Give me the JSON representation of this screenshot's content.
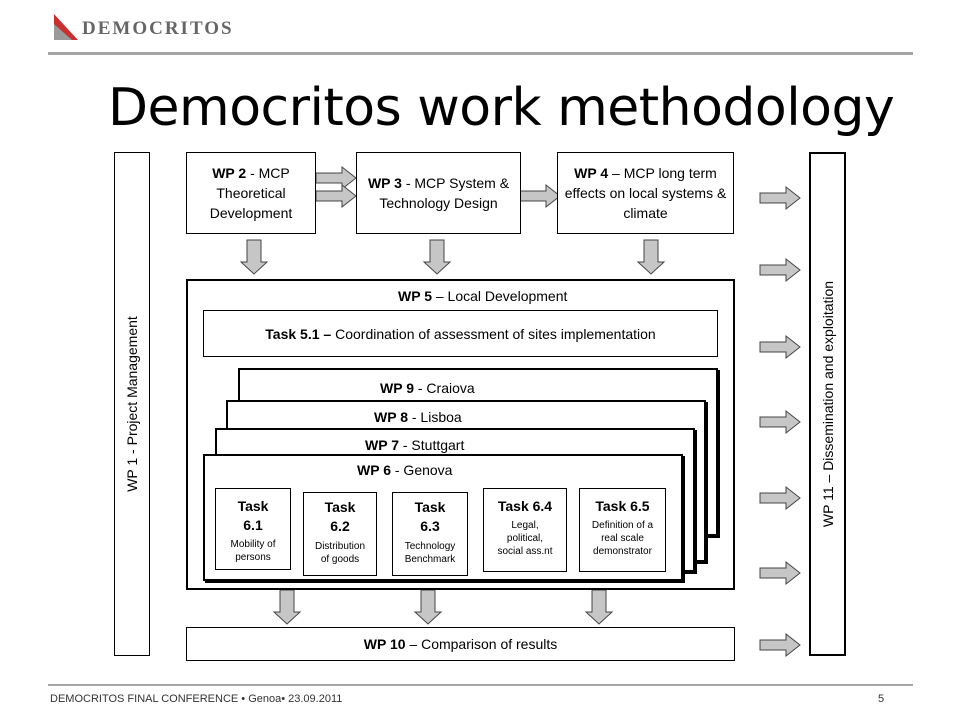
{
  "brand": {
    "logo_text": "DEMOCRITOS"
  },
  "slide": {
    "title": "Democritos work methodology",
    "footer": "DEMOCRITOS FINAL CONFERENCE  • Genoa• 23.09.2011",
    "page_number": "5"
  },
  "wp1": {
    "label": "WP 1 - Project Management"
  },
  "wp11": {
    "label": "WP 11 – Dissemination and exploitation"
  },
  "wp2": {
    "id": "WP 2",
    "text": " - MCP Theoretical Development"
  },
  "wp3": {
    "id": "WP 3",
    "text": " - MCP System & Technology Design"
  },
  "wp4": {
    "id": "WP 4",
    "text": " – MCP long term effects on local systems & climate"
  },
  "wp5": {
    "id": "WP 5",
    "text": " – Local Development"
  },
  "task51": {
    "id": "Task 5.1 –",
    "text": " Coordination of assessment of sites implementation"
  },
  "wp9": {
    "id": "WP 9",
    "text": " - Craiova"
  },
  "wp8": {
    "id": "WP 8",
    "text": " - Lisboa"
  },
  "wp7": {
    "id": "WP 7",
    "text": " - Stuttgart"
  },
  "wp6": {
    "id": "WP 6",
    "text": " - Genova"
  },
  "tasks": [
    {
      "id": "Task 6.1",
      "desc": "Mobility of persons"
    },
    {
      "id": "Task 6.2",
      "desc": "Distribution of goods"
    },
    {
      "id": "Task 6.3",
      "desc": "Technology Benchmark"
    },
    {
      "id": "Task 6.4",
      "desc": "Legal, political, social ass.nt"
    },
    {
      "id": "Task 6.5",
      "desc": "Definition of a real scale demonstrator"
    }
  ],
  "wp10": {
    "id": "WP 10",
    "text": " – Comparison of results"
  }
}
